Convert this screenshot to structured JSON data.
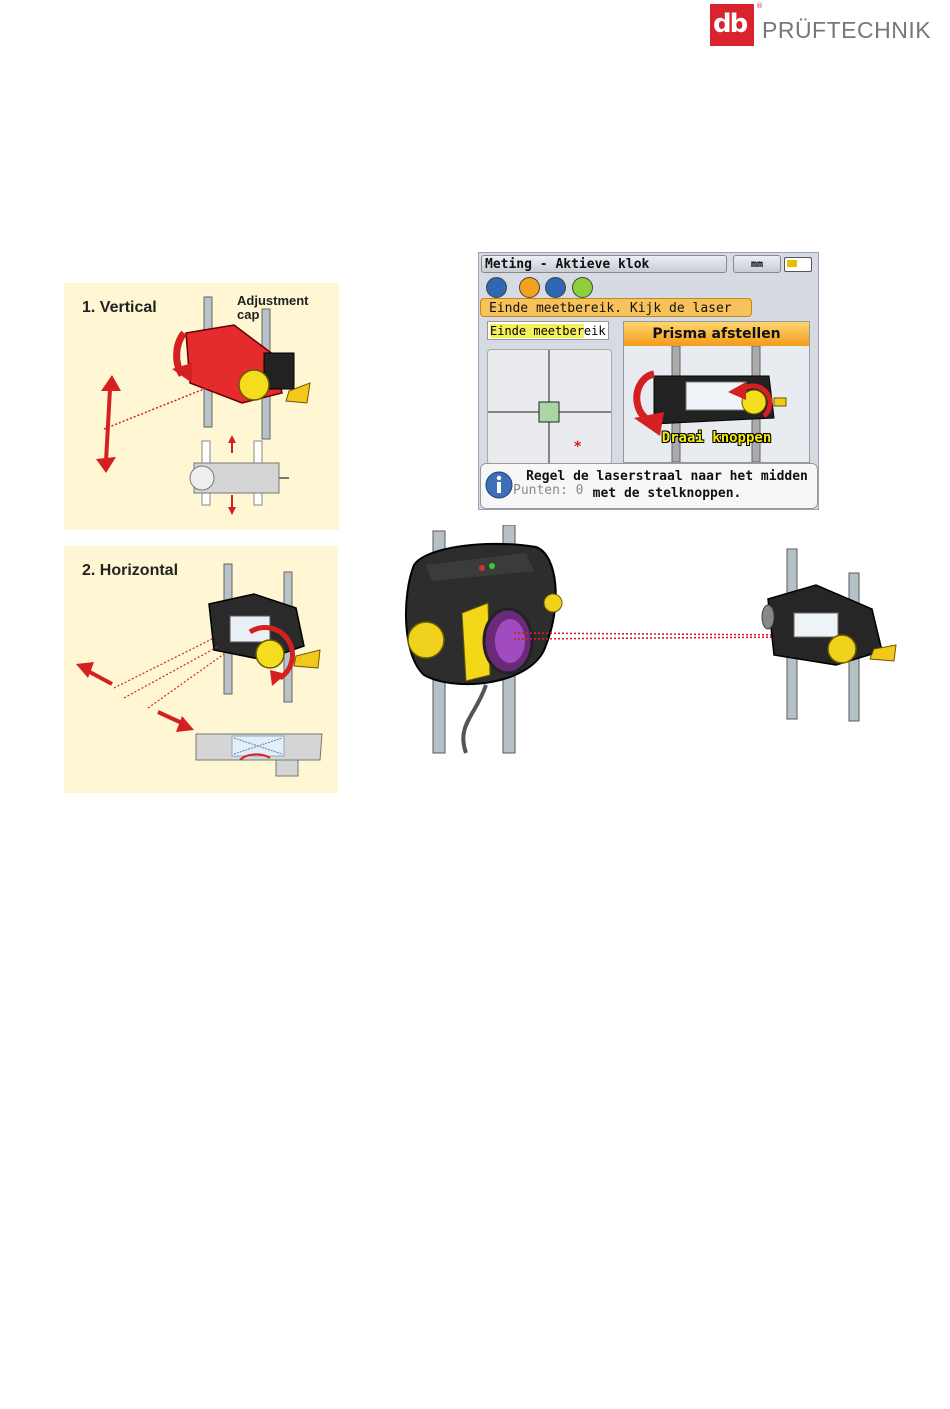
{
  "brand": {
    "logo_mark": "db",
    "name": "PRÜFTECHNIK",
    "registered": "®",
    "accent": "#d9232d"
  },
  "panels": {
    "vertical": {
      "title": "1. Vertical",
      "label": "Adjustment cap"
    },
    "horizontal": {
      "title": "2. Horizontal"
    }
  },
  "screen": {
    "title": "Meting - Aktieve klok",
    "units": "mm",
    "alert": "Einde meetbereik. Kijk de laser na",
    "left_label_highlight": "Einde meetber",
    "left_label_rest": "eik",
    "right_title": "Prisma afstellen",
    "right_caption": "Draai knoppen",
    "points_label": "Punten: 0",
    "info_line1": "Regel de laserstraal naar het midden",
    "info_line2": "met de stelknoppen."
  }
}
